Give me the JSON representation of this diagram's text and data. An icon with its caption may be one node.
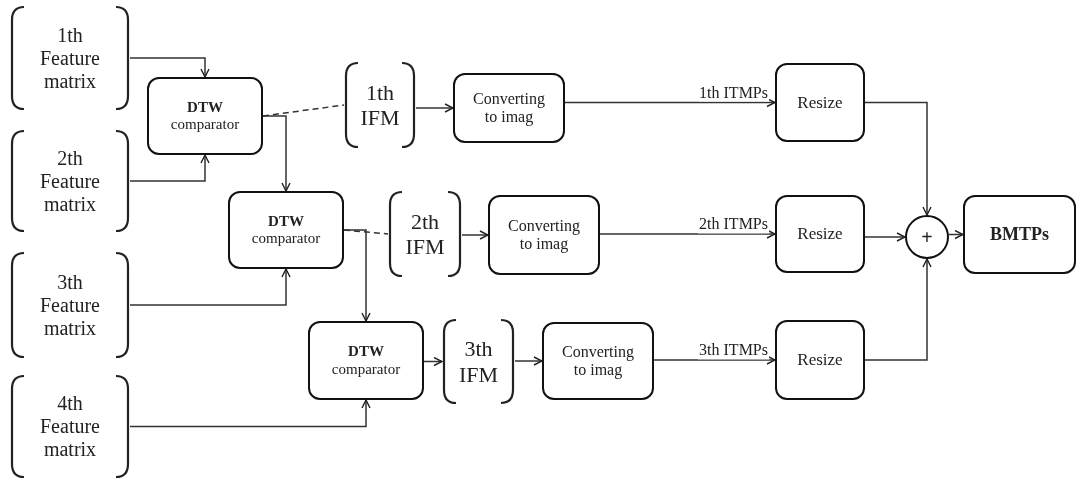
{
  "diagram": {
    "nodes": [
      {
        "text": [
          "1th Feature matrix"
        ]
      },
      {
        "text": [
          "2th Feature matrix"
        ]
      },
      {
        "text": [
          "3th Feature matrix"
        ]
      },
      {
        "text": [
          "4th Feature matrix"
        ]
      },
      {
        "text": [
          "DTW",
          "comparator"
        ]
      },
      {
        "text": [
          "DTW",
          "comparator"
        ]
      },
      {
        "text": [
          "DTW",
          "comparator"
        ]
      },
      {
        "text": [
          "1th IFM"
        ]
      },
      {
        "text": [
          "2th IFM"
        ]
      },
      {
        "text": [
          "3th IFM"
        ]
      },
      {
        "text": [
          "Converting to imag"
        ]
      },
      {
        "text": [
          "Converting to imag"
        ]
      },
      {
        "text": [
          "Converting to imag"
        ]
      },
      {
        "text": [
          "Resize"
        ]
      },
      {
        "text": [
          "Resize"
        ]
      },
      {
        "text": [
          "Resize"
        ]
      },
      {
        "text": [
          "+"
        ]
      },
      {
        "text": [
          "BMTPs"
        ]
      }
    ],
    "edges": [
      {
        "from": 0,
        "to": 4,
        "arrow": "to"
      },
      {
        "from": 1,
        "to": 4,
        "arrow": "to"
      },
      {
        "from": 4,
        "to": 5,
        "arrow": "to"
      },
      {
        "from": 2,
        "to": 5,
        "arrow": "to"
      },
      {
        "from": 5,
        "to": 6,
        "arrow": "to"
      },
      {
        "from": 3,
        "to": 6,
        "arrow": "to"
      },
      {
        "from": 4,
        "to": 7,
        "arrow": "none",
        "style": "dashed"
      },
      {
        "from": 5,
        "to": 8,
        "arrow": "none",
        "style": "dashed"
      },
      {
        "from": 6,
        "to": 9,
        "arrow": "to"
      },
      {
        "from": 7,
        "to": 10,
        "arrow": "to"
      },
      {
        "from": 8,
        "to": 11,
        "arrow": "to"
      },
      {
        "from": 9,
        "to": 12,
        "arrow": "to"
      },
      {
        "from": 10,
        "to": 13,
        "arrow": "to",
        "label": "1th ITMPs"
      },
      {
        "from": 11,
        "to": 14,
        "arrow": "to",
        "label": "2th ITMPs"
      },
      {
        "from": 12,
        "to": 15,
        "arrow": "to",
        "label": "3th ITMPs"
      },
      {
        "from": 13,
        "to": 16,
        "arrow": "to"
      },
      {
        "from": 14,
        "to": 16,
        "arrow": "to"
      },
      {
        "from": 15,
        "to": 16,
        "arrow": "to"
      },
      {
        "from": 16,
        "to": 17,
        "arrow": "to"
      }
    ]
  }
}
